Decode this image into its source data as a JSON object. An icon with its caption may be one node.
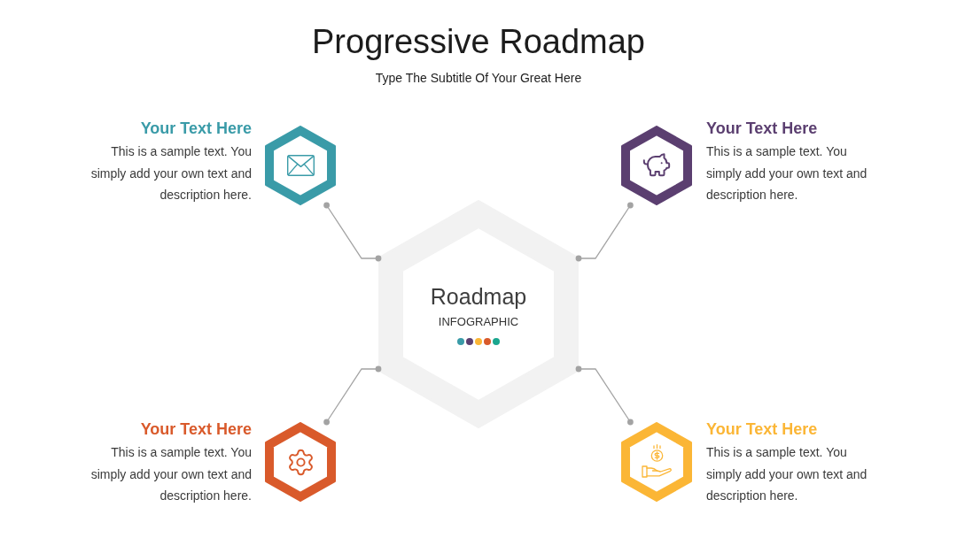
{
  "diagram": {
    "title": "Progressive Roadmap",
    "nodes": [
      {
        "text": [],
        "shape": "hexagon",
        "beside": [
          "Your Text Here",
          "This is a sample text. You simply add your own text and description here."
        ]
      },
      {
        "text": [],
        "shape": "hexagon",
        "beside": [
          "Your Text Here",
          "This is a sample text. You simply add your own text and description here."
        ]
      },
      {
        "text": [
          "Roadmap",
          "INFOGRAPHIC"
        ]
      },
      {
        "text": [],
        "shape": "hexagon",
        "beside": [
          "Your Text Here",
          "This is a sample text. You simply add your own text and description here."
        ]
      },
      {
        "text": [],
        "shape": "hexagon",
        "beside": [
          "Your Text Here",
          "This is a sample text. You simply add your own text and description here."
        ]
      }
    ],
    "edges": [
      {
        "from": 2,
        "to": 0,
        "arrow": "other"
      },
      {
        "from": 2,
        "to": 1,
        "arrow": "other"
      },
      {
        "from": 2,
        "to": 3,
        "arrow": "other"
      },
      {
        "from": 2,
        "to": 4,
        "arrow": "other"
      }
    ],
    "labels": [
      "Type The Subtitle Of Your Great Here"
    ]
  }
}
